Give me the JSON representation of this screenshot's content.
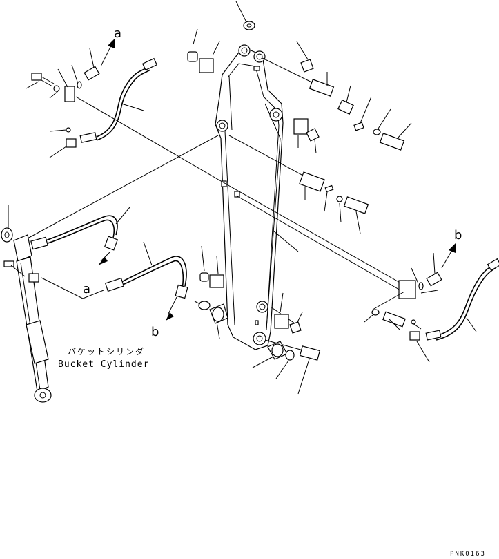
{
  "callouts": {
    "a_top": "a",
    "a_left": "a",
    "b_right": "b",
    "b_left": "b"
  },
  "bucket_cylinder": {
    "label_jp": "バケットシリンダ",
    "label_en": "Bucket Cylinder"
  },
  "drawing_code": "PNK0163"
}
